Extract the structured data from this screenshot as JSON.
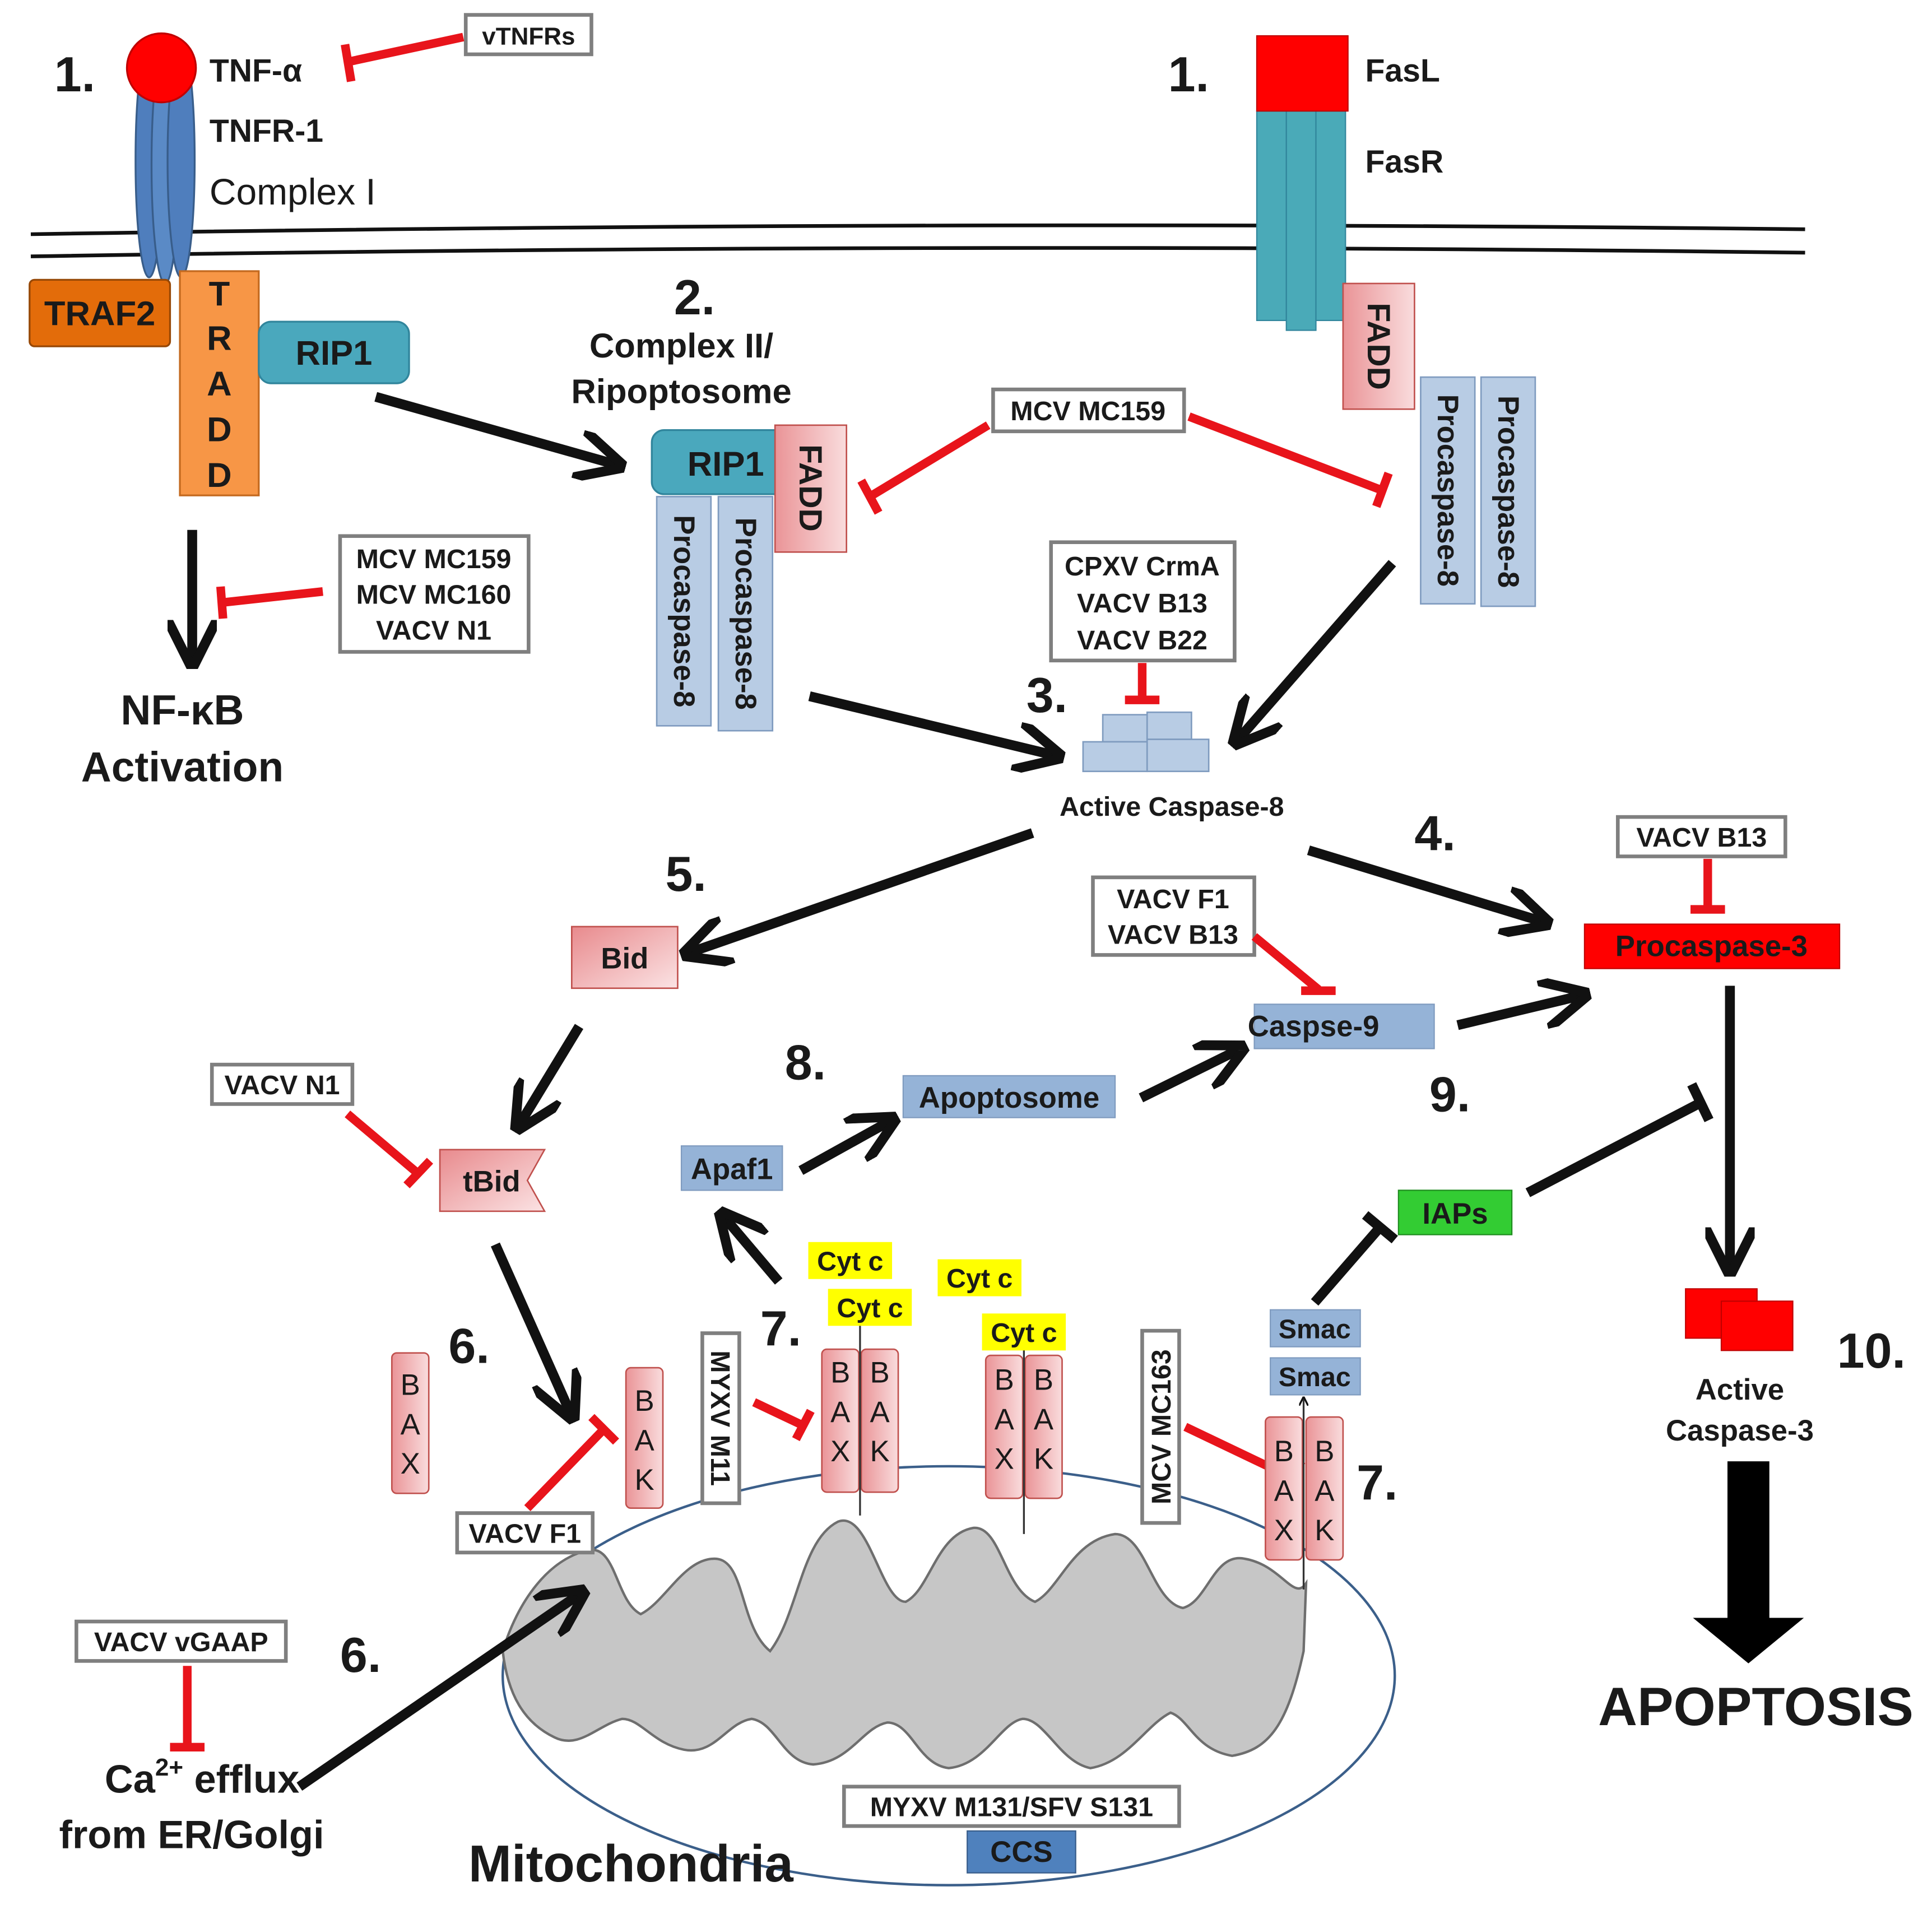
{
  "step_numbers": {
    "s1a": "1.",
    "s1b": "1.",
    "s2": "2.",
    "s3": "3.",
    "s4": "4.",
    "s5": "5.",
    "s6a": "6.",
    "s6b": "6.",
    "s7a": "7.",
    "s7b": "7.",
    "s8": "8.",
    "s9": "9.",
    "s10": "10."
  },
  "receptors": {
    "tnf": "TNF-α",
    "tnfr1": "TNFR-1",
    "complex1": "Complex I",
    "fasl": "FasL",
    "fasr": "FasR"
  },
  "proteins": {
    "traf2": "TRAF2",
    "tradd": [
      "T",
      "R",
      "A",
      "D",
      "D"
    ],
    "rip1_top": "RIP1",
    "rip1_complex": "RIP1",
    "fadd": "FADD",
    "procaspase8": "Procaspase-8",
    "active_caspase8": "Active Caspase-8",
    "bid": "Bid",
    "tbid": "tBid",
    "apaf1": "Apaf1",
    "apoptosome": "Apoptosome",
    "caspase9": "Caspse-9",
    "procaspase3": "Procaspase-3",
    "iaps": "IAPs",
    "smac": "Smac",
    "cytc": "Cyt c",
    "bax": [
      "B",
      "A",
      "X"
    ],
    "bak": [
      "B",
      "A",
      "K"
    ],
    "ccs": "CCS",
    "active_caspase3": [
      "Active",
      "Caspase-3"
    ]
  },
  "labels": {
    "complex2": [
      "Complex II/",
      "Ripoptosome"
    ],
    "nfkb": [
      "NF-κB",
      "Activation"
    ],
    "mitochondria": "Mitochondria",
    "apoptosis": "APOPTOSIS",
    "ca_efflux_a": "Ca",
    "ca_sup": "2+",
    "ca_efflux_b": " efflux",
    "ca_efflux_line2": "from ER/Golgi"
  },
  "inhibitors": {
    "vtnfrs": "vTNFRs",
    "mcv_mc159": "MCV MC159",
    "nfkb_inhib": [
      "MCV MC159",
      "MCV MC160",
      "VACV N1"
    ],
    "casp8_inhib": [
      "CPXV CrmA",
      "VACV B13",
      "VACV B22"
    ],
    "casp3_inhib": "VACV B13",
    "casp9_inhib": [
      "VACV F1",
      "VACV B13"
    ],
    "tbid_inhib": "VACV N1",
    "bak_inhib": "VACV F1",
    "myxv_m11": "MYXV M11",
    "mcv_mc163": "MCV MC163",
    "vgaap": "VACV vGAAP",
    "ccs_inhib": "MYXV M131/SFV S131"
  },
  "colors": {
    "ligand_red": "#ff0000",
    "tnfr_blue": "#4f7ebd",
    "fasr_teal": "#4aaab8",
    "rip_teal": "#4aa8bd",
    "tradd_orange": "#f79646",
    "traf2_orange": "#e36c0a",
    "fadd_pink": "#f2b3b5",
    "caspase_blue": "#b8cce4",
    "apo_blue": "#95b3d7",
    "iap_green": "#33cc33",
    "cytc_yellow": "#ffff00",
    "ccs_blue": "#4f81bd",
    "inhibit_red": "#e8141b"
  }
}
